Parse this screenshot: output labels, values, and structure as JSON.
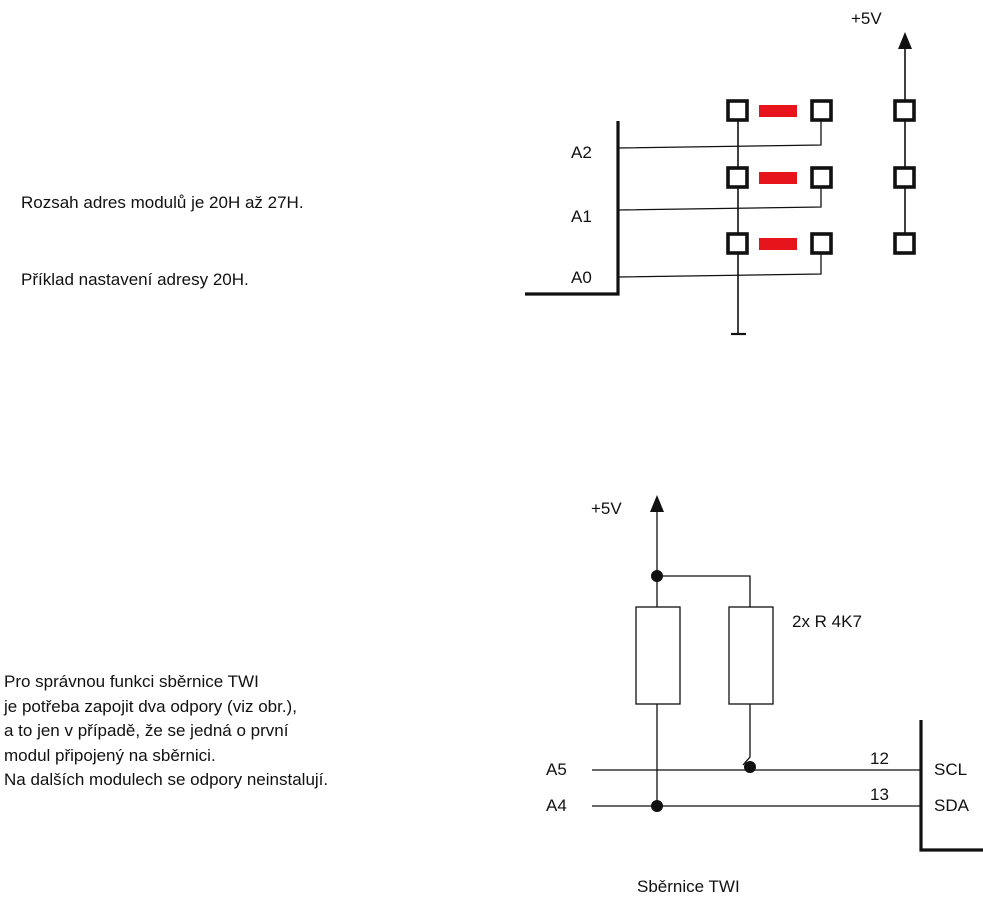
{
  "address_section": {
    "range_text": "Rozsah adres modulů je 20H až 27H.",
    "example_text": "Příklad nastavení adresy 20H.",
    "supply_label": "+5V",
    "pins": [
      "A2",
      "A1",
      "A0"
    ]
  },
  "twi_section": {
    "note_lines": [
      "Pro správnou funkci sběrnice TWI",
      "je potřeba zapojit dva odpory (viz obr.),",
      "a to jen v případě, že se jedná o první",
      "modul připojený na sběrnici.",
      "Na dalších modulech se odpory neinstalují."
    ],
    "supply_label": "+5V",
    "resistor_label": "2x R 4K7",
    "signals": [
      {
        "pin": "A5",
        "number": "12",
        "name": "SCL"
      },
      {
        "pin": "A4",
        "number": "13",
        "name": "SDA"
      }
    ],
    "caption": "Sběrnice TWI"
  },
  "colors": {
    "jumper": "#e8141b",
    "line": "#111111"
  }
}
